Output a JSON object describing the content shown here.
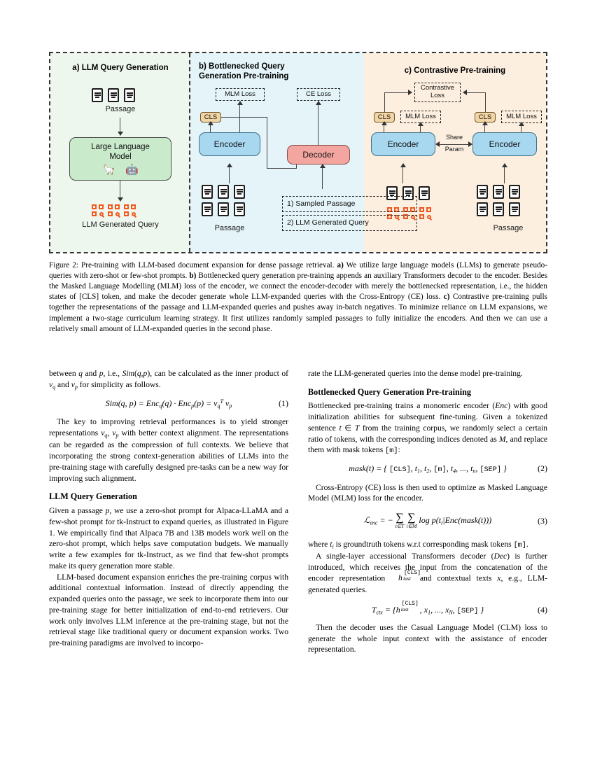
{
  "figure": {
    "panel_a": {
      "title": "a) LLM Query Generation",
      "passage_label": "Passage",
      "llm_box_line1": "Large Language",
      "llm_box_line2": "Model",
      "llm_emoji_llama": "llama-emoji",
      "llm_emoji_robot": "robot-emoji",
      "query_label": "LLM Generated Query"
    },
    "panel_b": {
      "title_line1": "b) Bottlenecked Query",
      "title_line2": "Generation Pre-training",
      "mlm_loss": "MLM Loss",
      "ce_loss": "CE Loss",
      "cls": "CLS",
      "encoder": "Encoder",
      "decoder": "Decoder",
      "passage_label": "Passage",
      "input1": "1) Sampled Passage",
      "input2": "2) LLM Generated Query"
    },
    "panel_c": {
      "title": "c) Contrastive Pre-training",
      "contrastive_loss_line1": "Contrastive",
      "contrastive_loss_line2": "Loss",
      "cls_left": "CLS",
      "cls_right": "CLS",
      "mlm_loss_left": "MLM Loss",
      "mlm_loss_right": "MLM Loss",
      "encoder_left": "Encoder",
      "encoder_right": "Encoder",
      "share_line1": "Share",
      "share_line2": "Param",
      "passage_label": "Passage"
    },
    "colors": {
      "panel_a_bg": "#eef7ee",
      "panel_b_bg": "#e4f4f8",
      "panel_c_bg": "#fcefe0",
      "llm_box": "#c9ebcb",
      "encoder_box": "#a8d8f0",
      "decoder_box": "#f3a6a0",
      "cls_box": "#f3d5a4",
      "query_icon": "#f4561d"
    }
  },
  "caption": {
    "label": "Figure 2:",
    "text": " Pre-training with LLM-based document expansion for dense passage retrieval. <b>a)</b> We utilize large language models (LLMs) to generate pseudo-queries with zero-shot or few-shot prompts. <b>b)</b> Bottlenecked query generation pre-training appends an auxiliary Transformers decoder to the encoder. Besides the Masked Language Modelling (MLM) loss of the encoder, we connect the encoder-decoder with merely the bottlenecked representation, i.e., the hidden states of [CLS] token, and make the decoder generate whole LLM-expanded queries with the Cross-Entropy (CE) loss. <b>c)</b> Contrastive pre-training pulls together the representations of the passage and LLM-expanded queries and pushes away in-batch negatives. To minimize reliance on LLM expansions, we implement a two-stage curriculum learning strategy. It first utilizes randomly sampled passages to fully initialize the encoders. And then we can use a relatively small amount of LLM-expanded queries in the second phase."
  },
  "left_column": {
    "para1": "between <i>q</i> and <i>p</i>, i.e., <i>Sim</i>(<i>q,p</i>), can be calculated as the inner product of <i>v<span class=\"sub\">q</span></i> and <i>v<span class=\"sub\">p</span></i> for simplicity as follows.",
    "equation1": "Sim(q, p) = Enc<span class=\"sub\">q</span>(q) &middot; Enc<span class=\"sub\">p</span>(p) = v<span class=\"sub\">q</span><span class=\"sup\">T</span> v<span class=\"sub\">p</span>",
    "equation1_num": "(1)",
    "para2": "The key to improving retrieval performances is to yield stronger representations <i>v<span class=\"sub\">q</span></i>, <i>v<span class=\"sub\">p</span></i> with better context alignment. The representations can be regarded as the compression of full contexts. We believe that incorporating the strong context-generation abilities of LLMs into the pre-training stage with carefully designed pre-tasks can be a new way for improving such alignment.",
    "heading1": "LLM Query Generation",
    "para3": "Given a passage <i>p</i>, we use a zero-shot prompt for Alpaca-LLaMA and a few-shot prompt for tk-Instruct to expand queries, as illustrated in Figure 1. We empirically find that Alpaca 7B and 13B models work well on the zero-shot prompt, which helps save computation budgets. We manually write a few examples for tk-Instruct, as we find that few-shot prompts make its query generation more stable.",
    "para4": "LLM-based document expansion enriches the pre-training corpus with additional contextual information. Instead of directly appending the expanded queries onto the passage, we seek to incorporate them into our pre-training stage for better initialization of end-to-end retrievers. Our work only involves LLM inference at the pre-training stage, but not the retrieval stage like traditional query or document expansion works. Two pre-training paradigms are involved to incorpo-"
  },
  "right_column": {
    "para1": "rate the LLM-generated queries into the dense model pre-training.",
    "heading1": "Bottlenecked Query Generation Pre-training",
    "para2": "Bottlenecked pre-training trains a monomeric encoder (<i>Enc</i>) with good initialization abilities for subsequent fine-tuning. Given a tokenized sentence <i>t</i> &isin; <i>T</i> from the training corpus, we randomly select a certain ratio of tokens, with the corresponding indices denoted as <i>M</i>, and replace them with mask tokens <span class=\"mono\">[m]</span>:",
    "equation2": "mask(t) = { [CLS] , t1, t2, [m] , t4, ..., tn, [SEP] }",
    "equation2_num": "(2)",
    "para3": "Cross-Entropy (CE) loss is then used to optimize as Masked Language Model (MLM) loss for the encoder.",
    "equation3": "Lenc = - SUM SUM log p(ti|Enc(mask(t)))",
    "equation3_num": "(3)",
    "para4": "where <i>t<span class=\"sub\">i</span></i> is groundtruth tokens w.r.t corresponding mask tokens <span class=\"mono\">[m]</span>.",
    "para5": "A single-layer accessional Transformers decoder (<i>Dec</i>) is further introduced, which receives the input from the concatenation of the encoder representation <i>h</i> and contextual texts <i>x</i>, e.g., LLM-generated queries.",
    "equation4_num": "(4)",
    "para6": "Then the decoder uses the Casual Language Model (CLM) loss to generate the whole input context with the assistance of encoder representation."
  }
}
